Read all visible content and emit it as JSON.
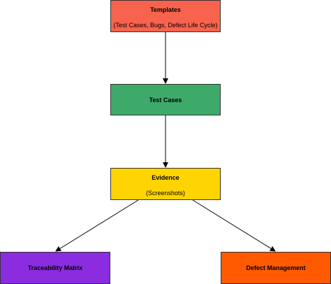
{
  "diagram": {
    "nodes": {
      "templates": {
        "label": "Templates",
        "sub": "(Test Cases, Bugs, Defect Life Cycle)",
        "color": "#f8634e"
      },
      "test_cases": {
        "label": "Test Cases",
        "color": "#3daa6a"
      },
      "evidence": {
        "label": "Evidence",
        "sub": "(Screenshots)",
        "color": "#ffd400"
      },
      "traceability": {
        "label": "Traceability Matrix",
        "color": "#8b2ce0"
      },
      "defect": {
        "label": "Defect Management",
        "color": "#ff5a00"
      }
    },
    "edges": [
      {
        "from": "templates",
        "to": "test_cases"
      },
      {
        "from": "test_cases",
        "to": "evidence"
      },
      {
        "from": "evidence",
        "to": "traceability"
      },
      {
        "from": "evidence",
        "to": "defect"
      }
    ],
    "edge_color": "#000000"
  }
}
